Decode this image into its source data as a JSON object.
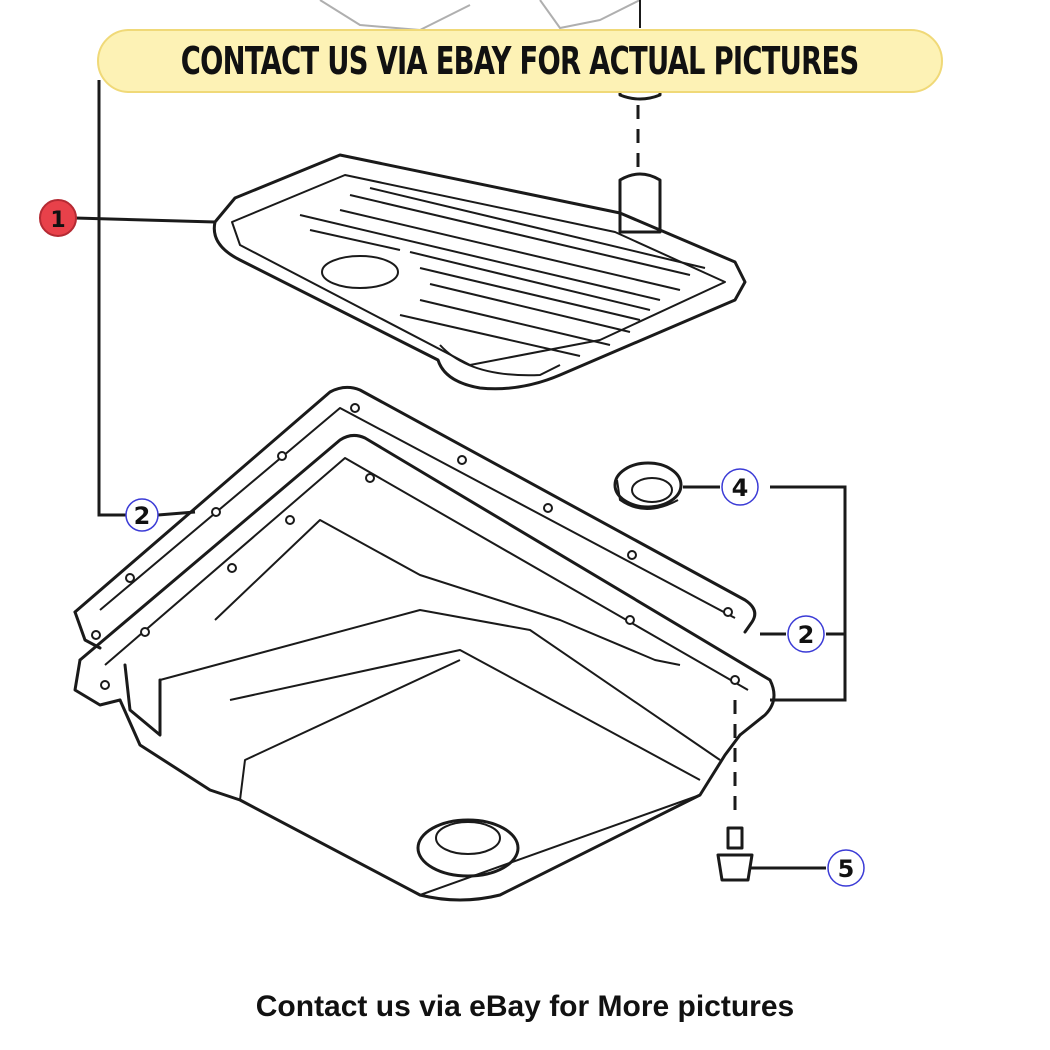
{
  "banner": {
    "text": "CONTACT US VIA EBAY FOR ACTUAL PICTURES"
  },
  "footer": {
    "text": "Contact us via eBay for More pictures"
  },
  "callouts": {
    "c1": "1",
    "c2a": "2",
    "c2b": "2",
    "c4": "4",
    "c5": "5"
  },
  "colors": {
    "banner_fill": "#fdf2b5",
    "banner_border": "#f0d978",
    "callout_red": "#e8414a",
    "callout_ring": "#3b3bd6"
  }
}
